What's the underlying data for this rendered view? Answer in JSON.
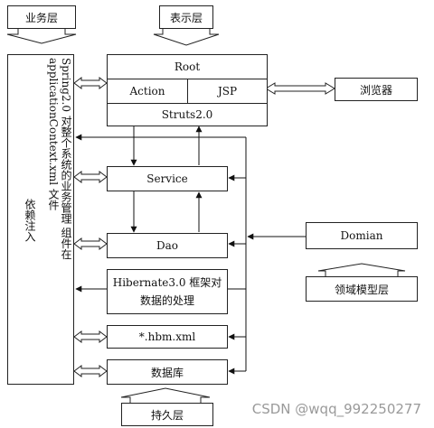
{
  "top": {
    "business_layer": "业务层",
    "presentation_layer": "表示层"
  },
  "struts": {
    "root": "Root",
    "action": "Action",
    "jsp": "JSP",
    "footer": "Struts2.0"
  },
  "browser": "浏览器",
  "left_panel": {
    "spring_text": "Spring2.0 对整个系统的业务管理 组件在applicationContext.xml 文件",
    "di_text": "依赖注入"
  },
  "layers": {
    "service": "Service",
    "dao": "Dao",
    "hibernate_line1": "Hibernate3.0 框架对",
    "hibernate_line2": "数据的处理",
    "hbm": "*.hbm.xml",
    "database": "数据库"
  },
  "domain": {
    "box": "Domian",
    "model_layer": "领域模型层"
  },
  "bottom": {
    "persistence_layer": "持久层"
  },
  "watermark": "CSDN @wqq_992250277"
}
